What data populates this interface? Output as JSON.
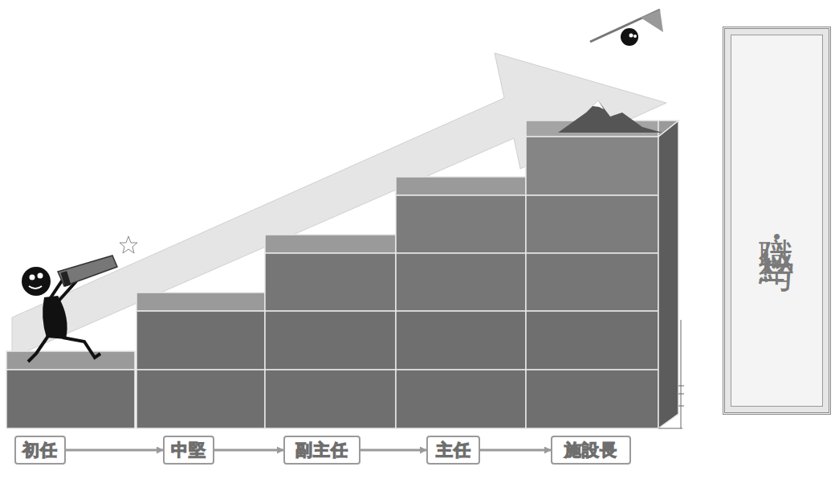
{
  "diagram": {
    "nodes": [
      {
        "text": [
          "初任"
        ]
      },
      {
        "text": [
          "中堅"
        ]
      },
      {
        "text": [
          "副主任"
        ]
      },
      {
        "text": [
          "主任"
        ]
      },
      {
        "text": [
          "施設長"
        ]
      },
      {
        "text": [
          "職位・給与"
        ]
      }
    ],
    "edges": [
      {
        "from": 0,
        "to": 1,
        "arrow": "to"
      },
      {
        "from": 1,
        "to": 2,
        "arrow": "to"
      },
      {
        "from": 2,
        "to": 3,
        "arrow": "to"
      },
      {
        "from": 3,
        "to": 4,
        "arrow": "to"
      }
    ]
  }
}
